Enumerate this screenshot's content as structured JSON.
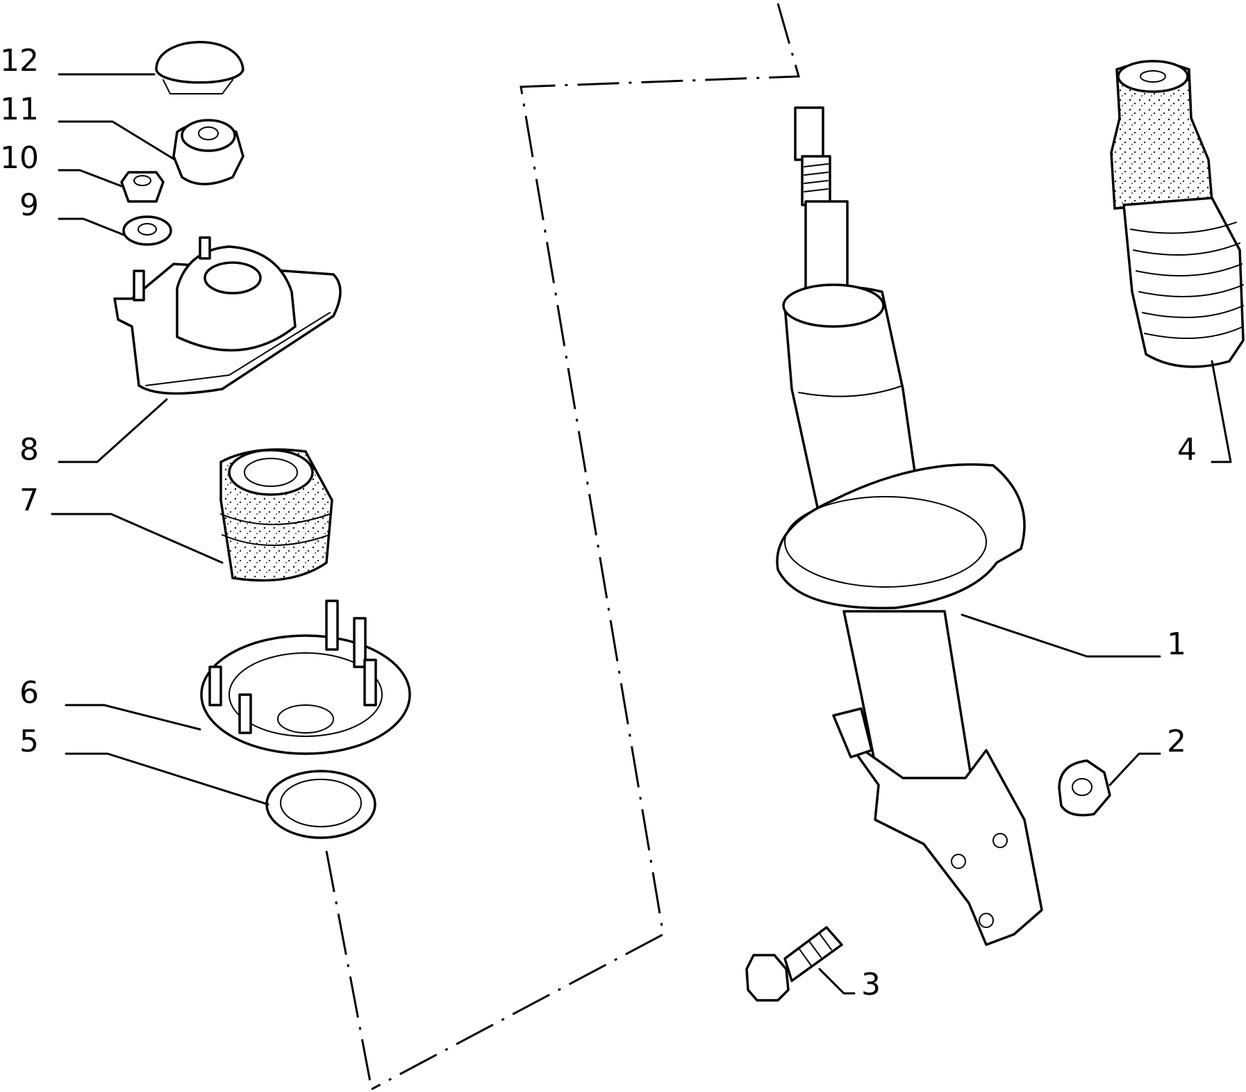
{
  "callouts": [
    {
      "id": 1,
      "label": "1"
    },
    {
      "id": 2,
      "label": "2"
    },
    {
      "id": 3,
      "label": "3"
    },
    {
      "id": 4,
      "label": "4"
    },
    {
      "id": 5,
      "label": "5"
    },
    {
      "id": 6,
      "label": "6"
    },
    {
      "id": 7,
      "label": "7"
    },
    {
      "id": 8,
      "label": "8"
    },
    {
      "id": 9,
      "label": "9"
    },
    {
      "id": 10,
      "label": "10"
    },
    {
      "id": 11,
      "label": "11"
    },
    {
      "id": 12,
      "label": "12"
    }
  ]
}
